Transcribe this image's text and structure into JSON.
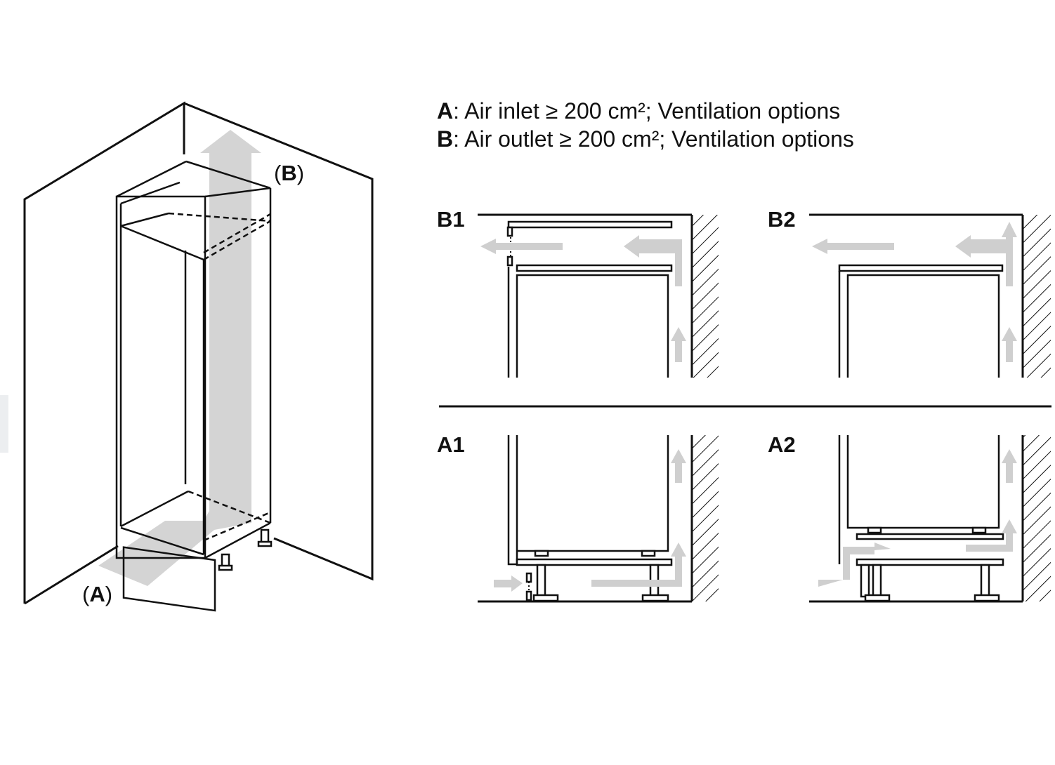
{
  "legend": {
    "line_a": {
      "key": "A",
      "text": ": Air inlet ≥ 200 cm²; Ventilation options"
    },
    "line_b": {
      "key": "B",
      "text": ": Air outlet ≥ 200 cm²; Ventilation options"
    }
  },
  "cabinet_callouts": {
    "b": {
      "open": "(",
      "key": "B",
      "close": ")"
    },
    "a": {
      "open": "(",
      "key": "A",
      "close": ")"
    }
  },
  "panels": {
    "b1": {
      "label": "B1"
    },
    "b2": {
      "label": "B2"
    },
    "a1": {
      "label": "A1"
    },
    "a2": {
      "label": "A2"
    }
  },
  "colors": {
    "line": "#111111",
    "airflow_arrow": "#cfcfcf",
    "background": "#ffffff"
  }
}
